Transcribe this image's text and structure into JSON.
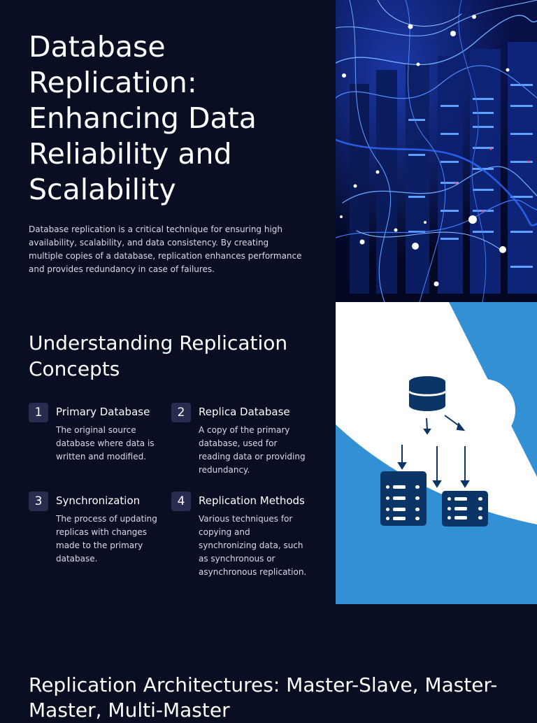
{
  "intro": {
    "title": "Database Replication: Enhancing Data Reliability and Scalability",
    "description": "Database replication is a critical technique for ensuring high availability, scalability, and data consistency. By creating multiple copies of a database, replication enhances performance and provides redundancy in case of failures."
  },
  "concepts_section": {
    "title": "Understanding Replication Concepts",
    "items": [
      {
        "number": "1",
        "title": "Primary Database",
        "description": "The original source database where data is written and modified."
      },
      {
        "number": "2",
        "title": "Replica Database",
        "description": "A copy of the primary database, used for reading data or providing redundancy."
      },
      {
        "number": "3",
        "title": "Synchronization",
        "description": "The process of updating replicas with changes made to the primary database."
      },
      {
        "number": "4",
        "title": "Replication Methods",
        "description": "Various techniques for copying and synchronizing data, such as synchronous or asynchronous replication."
      }
    ]
  },
  "architectures_section": {
    "title": "Replication Architectures: Master-Slave, Master-Master, Multi-Master"
  },
  "images": {
    "top": "server-room-network-photo",
    "middle": "database-replication-diagram"
  },
  "colors": {
    "background": "#0a0e23",
    "number_badge": "#282d4f",
    "diagram_blue": "#3490d5",
    "diagram_navy": "#0b3567"
  }
}
